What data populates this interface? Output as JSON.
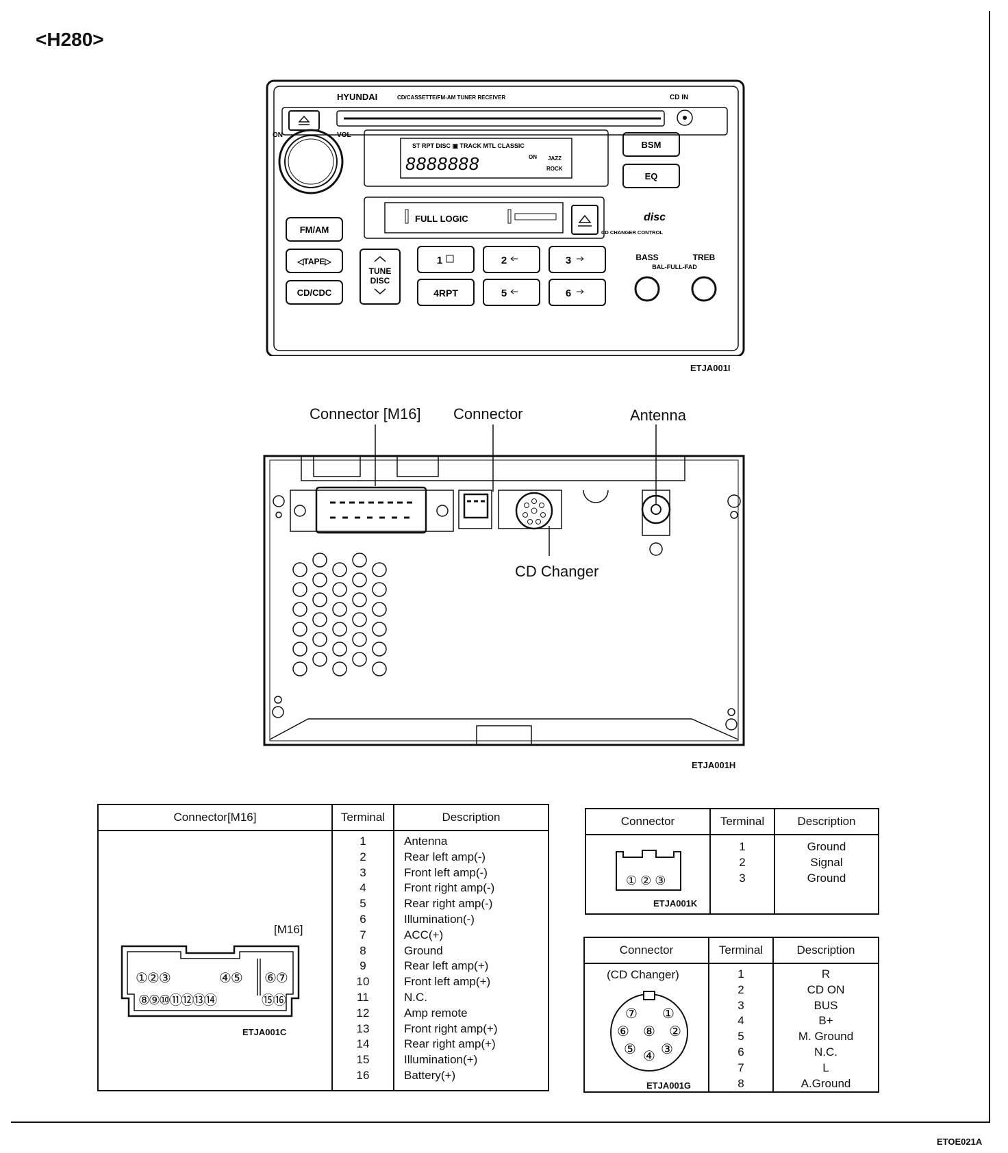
{
  "page_title": "<H280>",
  "figure_codes": {
    "front": "ETJA001I",
    "rear": "ETJA001H",
    "m16": "ETJA001C",
    "connector": "ETJA001K",
    "cd_changer": "ETJA001G",
    "page": "ETOE021A"
  },
  "front_panel": {
    "brand": "HYUNDAI",
    "model": "CD/CASSETTE/FM-AM TUNER RECEIVER",
    "cd_in": "CD IN",
    "on": "ON",
    "vol": "VOL",
    "display_indicators": "ST  RPT  DISC  ▣  TRACK  MTL  CLASSIC",
    "display_digits": "8888888",
    "display_on": "ON",
    "display_jazz": "JAZZ",
    "display_rock": "ROCK",
    "bsm": "BSM",
    "eq": "EQ",
    "full_logic": "FULL LOGIC",
    "fm_am": "FM/AM",
    "tape": "◁TAPE▷",
    "cd_cdc": "CD/CDC",
    "tune": "TUNE",
    "disc": "DISC",
    "presets": [
      "1",
      "2",
      "3",
      "4RPT",
      "5",
      "6"
    ],
    "disc_logo": "disc",
    "cd_changer_control": "CD CHANGER CONTROL",
    "bass": "BASS",
    "treb": "TREB",
    "bal_full_fad": "BAL-FULL-FAD"
  },
  "rear_labels": {
    "connector_m16": "Connector [M16]",
    "connector": "Connector",
    "antenna": "Antenna",
    "cd_changer": "CD Changer"
  },
  "table_m16": {
    "header_connector": "Connector[M16]",
    "header_terminal": "Terminal",
    "header_description": "Description",
    "connector_tag": "[M16]",
    "pins_row1": [
      "①②③",
      "④⑤",
      "⑥⑦"
    ],
    "pins_row2": [
      "⑧⑨⑩⑪⑫⑬⑭",
      "⑮⑯"
    ],
    "rows": [
      {
        "t": "1",
        "d": "Antenna"
      },
      {
        "t": "2",
        "d": "Rear left amp(-)"
      },
      {
        "t": "3",
        "d": "Front left amp(-)"
      },
      {
        "t": "4",
        "d": "Front right amp(-)"
      },
      {
        "t": "5",
        "d": "Rear right amp(-)"
      },
      {
        "t": "6",
        "d": "Illumination(-)"
      },
      {
        "t": "7",
        "d": "ACC(+)"
      },
      {
        "t": "8",
        "d": "Ground"
      },
      {
        "t": "9",
        "d": "Rear left amp(+)"
      },
      {
        "t": "10",
        "d": "Front left amp(+)"
      },
      {
        "t": "11",
        "d": "N.C."
      },
      {
        "t": "12",
        "d": "Amp remote"
      },
      {
        "t": "13",
        "d": "Front right amp(+)"
      },
      {
        "t": "14",
        "d": "Rear right amp(+)"
      },
      {
        "t": "15",
        "d": "Illumination(+)"
      },
      {
        "t": "16",
        "d": "Battery(+)"
      }
    ]
  },
  "table_connector": {
    "header_connector": "Connector",
    "header_terminal": "Terminal",
    "header_description": "Description",
    "pins": "① ② ③",
    "rows": [
      {
        "t": "1",
        "d": "Ground"
      },
      {
        "t": "2",
        "d": "Signal"
      },
      {
        "t": "3",
        "d": "Ground"
      }
    ]
  },
  "table_cd_changer": {
    "header_connector": "Connector",
    "header_terminal": "Terminal",
    "header_description": "Description",
    "connector_name": "(CD Changer)",
    "pin_labels": [
      "①",
      "②",
      "③",
      "④",
      "⑤",
      "⑥",
      "⑦",
      "⑧"
    ],
    "rows": [
      {
        "t": "1",
        "d": "R"
      },
      {
        "t": "2",
        "d": "CD ON"
      },
      {
        "t": "3",
        "d": "BUS"
      },
      {
        "t": "4",
        "d": "B+"
      },
      {
        "t": "5",
        "d": "M. Ground"
      },
      {
        "t": "6",
        "d": "N.C."
      },
      {
        "t": "7",
        "d": "L"
      },
      {
        "t": "8",
        "d": "A.Ground"
      }
    ]
  }
}
